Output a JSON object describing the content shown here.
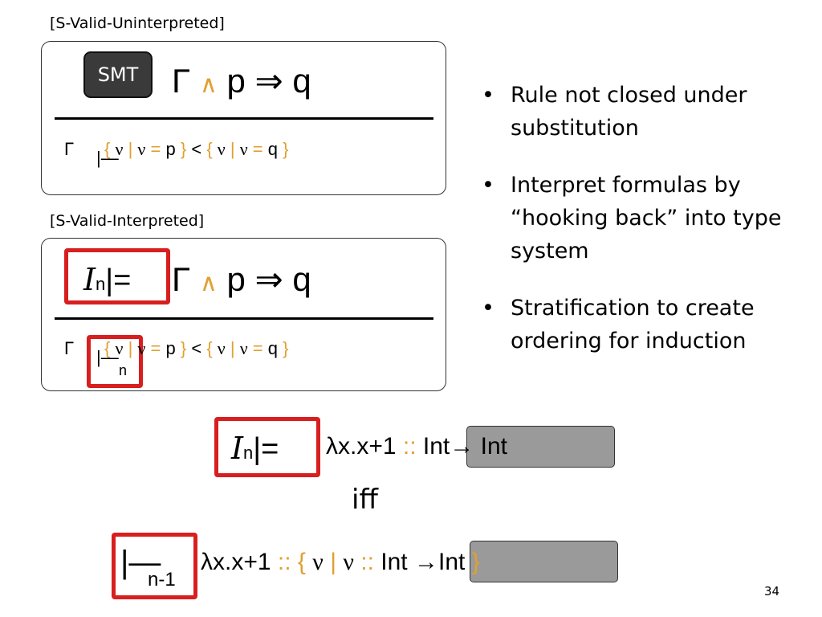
{
  "rule1": {
    "label": "[S-Valid-Uninterpreted]",
    "smt_badge": "SMT",
    "premise": {
      "gamma": "Γ",
      "and": "∧",
      "p": "p",
      "implies": "⇒",
      "q": "q"
    },
    "conclusion": {
      "gamma": "Γ",
      "turnstile": "|—",
      "lbrace": "{",
      "nu": "ν",
      "bar": "|",
      "nu2": "ν",
      "eq": "=",
      "p": "p",
      "rbrace": "}",
      "subtype": "<",
      "lbrace2": "{",
      "nu3": "ν",
      "bar2": "|",
      "nu4": "ν",
      "eq2": "=",
      "q": "q",
      "rbrace2": "}"
    }
  },
  "rule2": {
    "label": "[S-Valid-Interpreted]",
    "interp": {
      "I": "I",
      "n": "n",
      "models": "|="
    },
    "premise": {
      "gamma": "Γ",
      "and": "∧",
      "p": "p",
      "implies": "⇒",
      "q": "q"
    },
    "conclusion": {
      "gamma": "Γ",
      "turnstile": "|—",
      "n": "n",
      "lbrace": "{",
      "nu": "ν",
      "bar": "|",
      "nu2": "ν",
      "eq": "=",
      "p": "p",
      "rbrace": "}",
      "subtype": "<",
      "lbrace2": "{",
      "nu3": "ν",
      "bar2": "|",
      "nu4": "ν",
      "eq2": "=",
      "q": "q",
      "rbrace2": "}"
    }
  },
  "bullets": [
    "Rule not closed under substitution",
    "Interpret formulas by “hooking back” into type system",
    "Stratification to create ordering for induction"
  ],
  "example": {
    "interp": {
      "I": "I",
      "n": "n",
      "models": "|="
    },
    "line1": {
      "term": "λx.x+1",
      "colons": "::",
      "type_left": "Int",
      "arrow": "→",
      "type_right": "Int"
    },
    "iff": "iff",
    "turnstile": {
      "symbol": "|—",
      "sub": "n-1"
    },
    "line2": {
      "term": "λx.x+1",
      "colons": "::",
      "lbrace": "{",
      "nu": "ν",
      "bar": "|",
      "nu2": "ν",
      "colons2": "::",
      "type_left": "Int",
      "arrow": "→",
      "type_right": "Int",
      "rbrace": "}"
    }
  },
  "slide_number": "34",
  "colors": {
    "accent": "#e0a030",
    "highlight": "#d81f1f",
    "gray": "#9a9a9a"
  }
}
